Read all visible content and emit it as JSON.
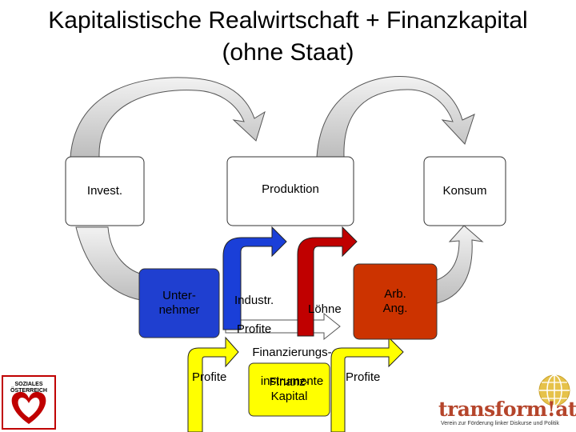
{
  "title": {
    "line1": "Kapitalistische Realwirtschaft + Finanzkapital",
    "line2": "(ohne Staat)"
  },
  "nodes": {
    "invest": "Invest.",
    "produktion": "Produktion",
    "konsum": "Konsum",
    "unternehmer_1": "Unter-",
    "unternehmer_2": "nehmer",
    "arb_1": "Arb.",
    "arb_2": "Ang.",
    "finanz_1": "Finanz-",
    "finanz_2": "Kapital"
  },
  "labels": {
    "industr_profite_1": "Industr.",
    "industr_profite_2": "Profite",
    "loehne": "Löhne",
    "finanzierungs_1": "Finanzierungs-",
    "finanzierungs_2": "instrumente",
    "profite_left": "Profite",
    "profite_right": "Profite"
  },
  "logos": {
    "left_1": "SOZIALES",
    "left_2": "ÖSTERREICH",
    "right_name": "transform!at",
    "right_sub": "Verein zur Förderung linker Diskurse und Politik"
  },
  "colors": {
    "unternehmer": "#1f3fd0",
    "arb_ang": "#cc3300",
    "finanz": "#ffff00",
    "blue_arrow": "#1a3fd8",
    "red_arrow": "#c00000",
    "yellow_arrow": "#ffff00",
    "gray_arrow": "#d9d9d9"
  }
}
